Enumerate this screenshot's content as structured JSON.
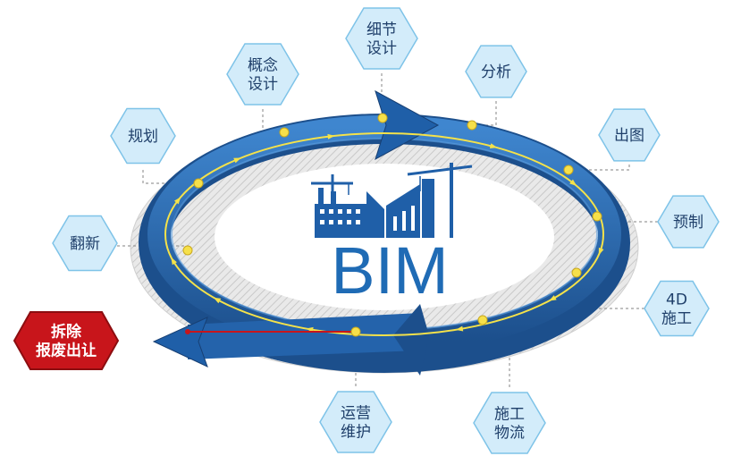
{
  "center": {
    "title": "BIM",
    "icon": "factory-crane-icon"
  },
  "colors": {
    "ring_dark": "#1c4f8c",
    "ring_mid": "#2a6cb5",
    "ring_light": "#3f86cf",
    "track": "#f4e24a",
    "node": "#f6e04a",
    "hex_fill": "#d3ecfa",
    "hex_stroke": "#7ec3e8",
    "red_fill": "#c8151b",
    "red_stroke": "#8c0d10",
    "title": "#1f6bb5"
  },
  "stages": [
    {
      "id": "planning",
      "lines": [
        "规划"
      ],
      "style": "blue"
    },
    {
      "id": "concept-design",
      "lines": [
        "概念",
        "设计"
      ],
      "style": "blue"
    },
    {
      "id": "detail-design",
      "lines": [
        "细节",
        "设计"
      ],
      "style": "blue"
    },
    {
      "id": "analysis",
      "lines": [
        "分析"
      ],
      "style": "blue"
    },
    {
      "id": "drawing",
      "lines": [
        "出图"
      ],
      "style": "blue"
    },
    {
      "id": "prefabrication",
      "lines": [
        "预制"
      ],
      "style": "blue"
    },
    {
      "id": "4d-construction",
      "lines": [
        "4D",
        "施工"
      ],
      "style": "blue"
    },
    {
      "id": "construction-logistics",
      "lines": [
        "施工",
        "物流"
      ],
      "style": "blue"
    },
    {
      "id": "operation-maintenance",
      "lines": [
        "运营",
        "维护"
      ],
      "style": "blue"
    },
    {
      "id": "renovation",
      "lines": [
        "翻新"
      ],
      "style": "blue"
    },
    {
      "id": "demolition",
      "lines": [
        "拆除",
        "报废出让"
      ],
      "style": "red"
    }
  ]
}
